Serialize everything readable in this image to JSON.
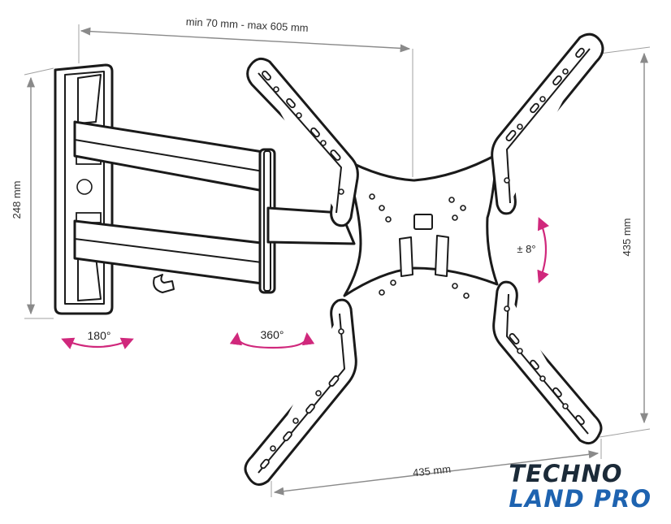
{
  "figure": {
    "subject": "Full-motion TV wall mount",
    "colors": {
      "accent": "#d0287c",
      "line": "#1a1a1a",
      "dimension": "#8a8a8a",
      "brand_dark": "#1b2a38",
      "brand_blue": "#1e63b0"
    }
  },
  "dimensions": {
    "arm_extension": "min 70 mm - max 605 mm",
    "wall_plate_height": "248 mm",
    "vesa_height": "435 mm",
    "vesa_width": "435 mm"
  },
  "rotations": {
    "wall_swivel": "180°",
    "plate_swivel": "360°",
    "tilt": "± 8°"
  },
  "brand": {
    "line1": "TECHNO",
    "line2": "LAND PRO"
  }
}
